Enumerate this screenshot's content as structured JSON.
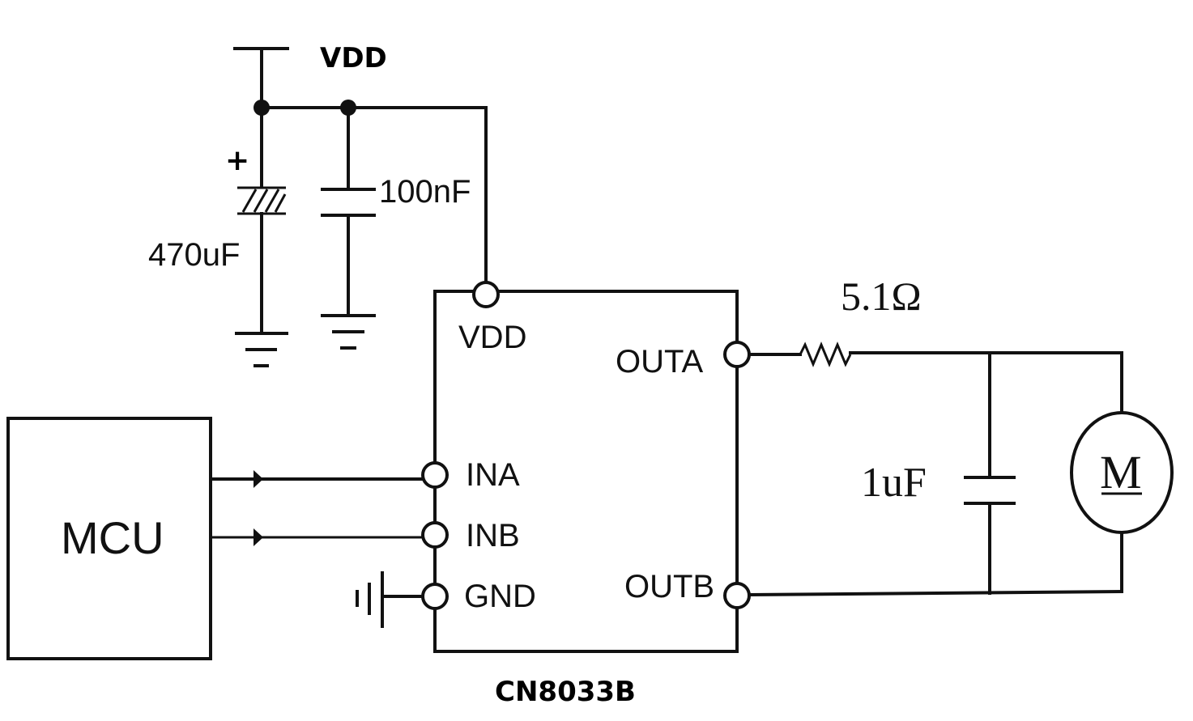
{
  "supply": {
    "label": "VDD"
  },
  "caps": {
    "electrolytic": "470uF",
    "electrolytic_polarity": "+",
    "ceramic": "100nF",
    "output": "1uF"
  },
  "resistor": {
    "value": "5.1Ω"
  },
  "chip": {
    "name": "CN8033B",
    "pins": {
      "vdd": "VDD",
      "outa": "OUTA",
      "ina": "INA",
      "inb": "INB",
      "gnd": "GND",
      "outb": "OUTB"
    }
  },
  "mcu": {
    "label": "MCU"
  },
  "motor": {
    "label": "M"
  }
}
